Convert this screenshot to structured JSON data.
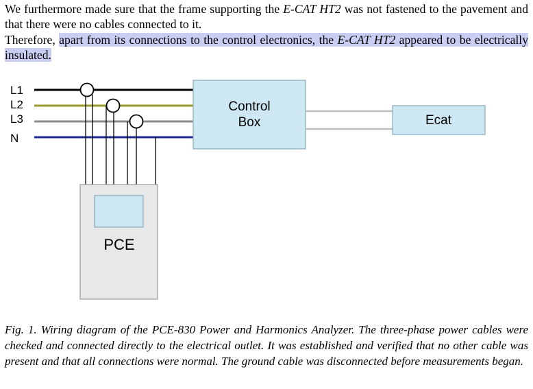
{
  "paragraph1": {
    "text_before": "We furthermore made sure that the frame supporting the ",
    "device_name": "E-CAT HT2",
    "text_after": " was not fastened to the pavement and that there were no cables connected to it."
  },
  "paragraph2": {
    "lead": "Therefore, ",
    "highlight_before": "apart from its connections to the control electronics, the ",
    "device_name": "E-CAT HT2",
    "highlight_after": " appeared to be electrically insulated."
  },
  "diagram": {
    "lines": [
      "L1",
      "L2",
      "L3",
      "N"
    ],
    "line_colors": {
      "L1": "#000000",
      "L2": "#9a9a2a",
      "L3": "#8c8c8c",
      "N": "#1c2a8c"
    },
    "box_fill": "#cde7f3",
    "box_stroke": "#8aaabb",
    "analyzer_fill": "#e8e8e8",
    "analyzer_stroke": "#999999",
    "control_box_label_line1": "Control",
    "control_box_label_line2": "Box",
    "ecat_label": "Ecat",
    "pce_label": "PCE"
  },
  "caption": {
    "text": "Fig. 1. Wiring diagram of the PCE-830 Power and Harmonics Analyzer. The three-phase power cables were checked and connected directly to the electrical outlet. It was established and verified that no other cable was present and that all connections were normal. The ground cable was disconnected before measurements began."
  }
}
